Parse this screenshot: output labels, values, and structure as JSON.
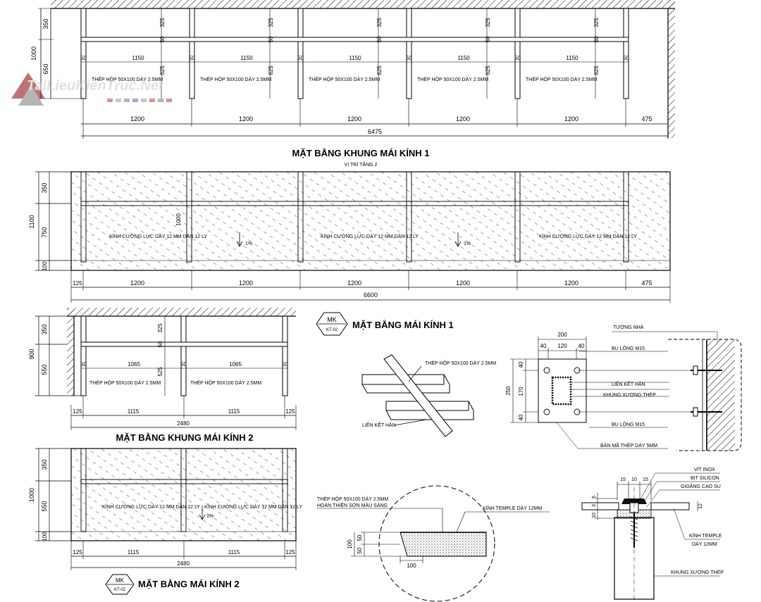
{
  "watermark": {
    "text": "TaiLieuKienTruc.Net"
  },
  "plan_frame_1": {
    "title": "MẶT BẰNG KHUNG MÁI KÍNH 1",
    "subtitle": "VỊ TRÍ TẦNG 2",
    "beam_label": "THÉP HỘP 50X100 DÀY 2.5MM",
    "left_dims": [
      "1000",
      "350",
      "650"
    ],
    "inner_dims": [
      "325",
      "50",
      "625"
    ],
    "post_w": "50",
    "bay_clear": "1150",
    "bay_dims": [
      "1200",
      "1200",
      "1200",
      "1200",
      "1200",
      "475"
    ],
    "total": "6475"
  },
  "plan_roof_1": {
    "title": "MẶT BẰNG MÁI KÍNH 1",
    "badge_top": "MK",
    "badge_bottom": "KT-02",
    "glass_label": "KÍNH CƯỜNG LỰC DÀY 12 MM DÁN 12 LY",
    "slope": "1%",
    "left_dims": [
      "1100",
      "350",
      "750",
      "100"
    ],
    "mid_dim": "1000",
    "bay_dims": [
      "125",
      "1200",
      "1200",
      "1200",
      "1200",
      "1200",
      "475"
    ],
    "total": "6600"
  },
  "plan_frame_2": {
    "title": "MẶT BẰNG  KHUNG MÁI KÍNH 2",
    "beam_label": "THÉP HỘP 50X100 DÀY 2.5MM",
    "left_dims": [
      "900",
      "350",
      "550"
    ],
    "inner_dims": [
      "325",
      "50",
      "525"
    ],
    "post_w": "50",
    "bay_clear": "1065",
    "bay_dims": [
      "125",
      "1115",
      "1115",
      "125"
    ],
    "total": "2480"
  },
  "plan_roof_2": {
    "title": "MẶT BẰNG MÁI KÍNH 2",
    "badge_top": "MK",
    "badge_bottom": "KT-02",
    "glass_label": "KÍNH CƯỜNG LỰC DÀY 12 MM DÁN 12 LY",
    "slope": "1%",
    "left_dims": [
      "1000",
      "350",
      "550",
      "100"
    ],
    "bay_dims": [
      "125",
      "1115",
      "1115",
      "125"
    ],
    "total": "2480"
  },
  "detail_joint": {
    "beam_label": "THÉP HỘP 50X100 DÀY 2.5MM",
    "weld_label": "LIÊN KẾT HÀN"
  },
  "detail_plate": {
    "top_dims": [
      "200",
      "40",
      "120",
      "40"
    ],
    "side_dims": [
      "250",
      "40",
      "170",
      "40"
    ],
    "wall": "TƯỜNG NHÀ",
    "bolt": "BU LÔNG M15",
    "weld": "LIÊN KẾT HÀN",
    "frame": "KHUNG XƯƠNG THÉP",
    "plate": "BẢN MÃ THÉP DÀY 5MM"
  },
  "detail_edge": {
    "label1": "THÉP HỘP 50X100 DÀY 2.5MM",
    "label2": "HOÀN THIỆN SƠN MÀU SÁNG",
    "glass": "KÍNH TEMPLE DÀY 12MM",
    "dims": [
      "100",
      "50",
      "50"
    ],
    "bottom": "100"
  },
  "detail_fix": {
    "screw": "VÍT INOX",
    "silicon": "BỊT SILICON",
    "gasket": "GIOĂNG CAO SU",
    "glass1": "KÍNH TEMPLE",
    "glass2": "DÀY 12MM",
    "frame": "KHUNG XƯƠNG THÉP",
    "top_dims": [
      "15",
      "10",
      "15"
    ],
    "left_dims": [
      "5",
      "3",
      "10"
    ],
    "right_dim": "12"
  }
}
